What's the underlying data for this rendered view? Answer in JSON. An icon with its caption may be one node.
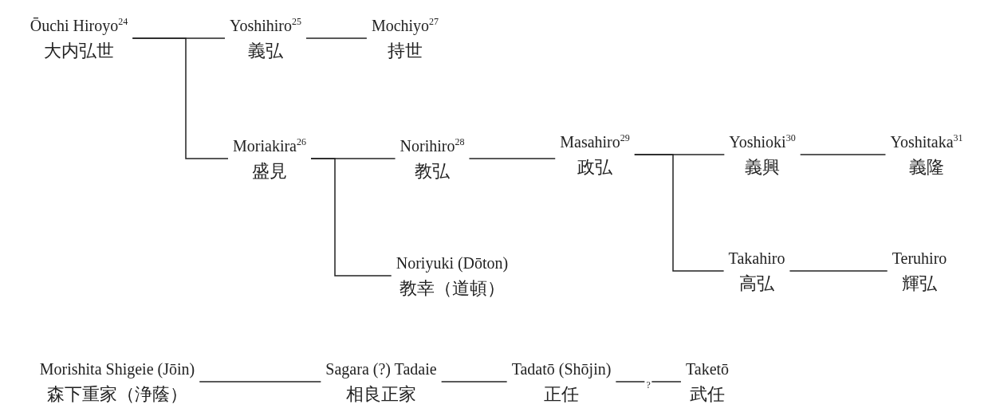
{
  "diagram": {
    "nodes": [
      {
        "text": [
          "Ōuchi Hiroyo$^{24}$",
          "大内弘世"
        ]
      },
      {
        "text": [
          "Yoshihiro$^{25}$",
          "義弘"
        ]
      },
      {
        "text": [
          "Mochiyo$^{27}$",
          "持世"
        ]
      },
      {
        "text": [
          "Moriakira$^{26}$",
          "盛見"
        ]
      },
      {
        "text": [
          "Norihiro$^{28}$",
          "教弘"
        ]
      },
      {
        "text": [
          "Masahiro$^{29}$",
          "政弘"
        ]
      },
      {
        "text": [
          "Yoshioki$^{30}$",
          "義興"
        ]
      },
      {
        "text": [
          "Yoshitaka$^{31}$",
          "義隆"
        ]
      },
      {
        "text": [
          "Noriyuki (Dōton)",
          "教幸（道頓）"
        ]
      },
      {
        "text": [
          "Takahiro",
          "高弘"
        ]
      },
      {
        "text": [
          "Teruhiro",
          "輝弘"
        ]
      },
      {
        "text": [
          "Morishita Shigeie (Jōin)",
          "森下重家（浄蔭）"
        ]
      },
      {
        "text": [
          "Sagara (?) Tadaie",
          "相良正家"
        ]
      },
      {
        "text": [
          "Tadatō (Shōjin)",
          "正任"
        ]
      },
      {
        "text": [
          "Taketō",
          "武任"
        ]
      }
    ],
    "edges": [
      {
        "from": 0,
        "to": 1,
        "arrow": "none"
      },
      {
        "from": 0,
        "to": 3,
        "arrow": "none"
      },
      {
        "from": 1,
        "to": 2,
        "arrow": "none"
      },
      {
        "from": 3,
        "to": 4,
        "arrow": "none"
      },
      {
        "from": 3,
        "to": 8,
        "arrow": "none"
      },
      {
        "from": 4,
        "to": 5,
        "arrow": "none"
      },
      {
        "from": 5,
        "to": 6,
        "arrow": "none"
      },
      {
        "from": 5,
        "to": 9,
        "arrow": "none"
      },
      {
        "from": 6,
        "to": 7,
        "arrow": "none"
      },
      {
        "from": 9,
        "to": 10,
        "arrow": "none"
      },
      {
        "from": 11,
        "to": 12,
        "arrow": "none"
      },
      {
        "from": 12,
        "to": 13,
        "arrow": "none"
      },
      {
        "from": 13,
        "to": 14,
        "arrow": "none",
        "label": "?"
      }
    ]
  }
}
